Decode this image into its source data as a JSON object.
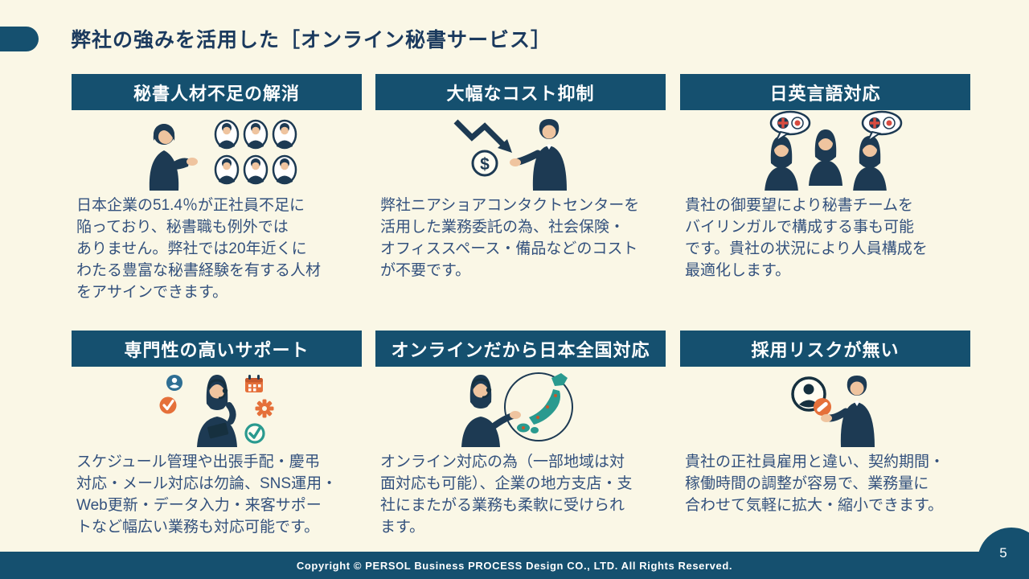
{
  "slide": {
    "title": "弊社の強みを活用した［オンライン秘書サービス］",
    "page_number": "5",
    "footer": "Copyright © PERSOL Business PROCESS Design CO., LTD. All Rights Reserved."
  },
  "colors": {
    "background": "#FAF7E6",
    "header_bar": "#15506F",
    "title_text": "#1B3A5E",
    "body_text": "#33517D",
    "footer_bar": "#15506F",
    "illustration_navy": "#1D3A53",
    "illustration_skin": "#EFC49F",
    "accent_orange": "#E5703A",
    "accent_teal": "#2A9A8F",
    "accent_red": "#D84B40",
    "accent_blue": "#2E6E93"
  },
  "cards": [
    {
      "title": "秘書人材不足の解消",
      "icon": "presenter-with-candidate-avatars-illustration",
      "body": "日本企業の51.4％が正社員不足に\n陥っており、秘書職も例外では\nありません。弊社では20年近くに\nわたる豊富な秘書経験を有する人材\nをアサインできます。"
    },
    {
      "title": "大幅なコスト抑制",
      "icon": "cost-down-arrow-dollar-illustration",
      "body": "弊社ニアショアコンタクトセンターを\n活用した業務委託の為、社会保険・\nオフィススペース・備品などのコスト\nが不要です。"
    },
    {
      "title": "日英言語対応",
      "icon": "bilingual-team-flags-illustration",
      "body": "貴社の御要望により秘書チームを\nバイリンガルで構成する事も可能\nです。貴社の状況により人員構成を\n最適化します。"
    },
    {
      "title": "専門性の高いサポート",
      "icon": "operator-with-task-icons-illustration",
      "body": "スケジュール管理や出張手配・慶弔\n対応・メール対応は勿論、SNS運用・\nWeb更新・データ入力・来客サポー\nトなど幅広い業務も対応可能です。"
    },
    {
      "title": "オンラインだから日本全国対応",
      "icon": "operator-with-japan-map-illustration",
      "body": "オンライン対応の為（一部地域は対\n面対応も可能）、企業の地方支店・支\n社にまたがる業務も柔軟に受けられ\nます。"
    },
    {
      "title": "採用リスクが無い",
      "icon": "no-hiring-prohibition-illustration",
      "body": "貴社の正社員雇用と違い、契約期間・\n稼働時間の調整が容易で、業務量に\n合わせて気軽に拡大・縮小できます。"
    }
  ]
}
